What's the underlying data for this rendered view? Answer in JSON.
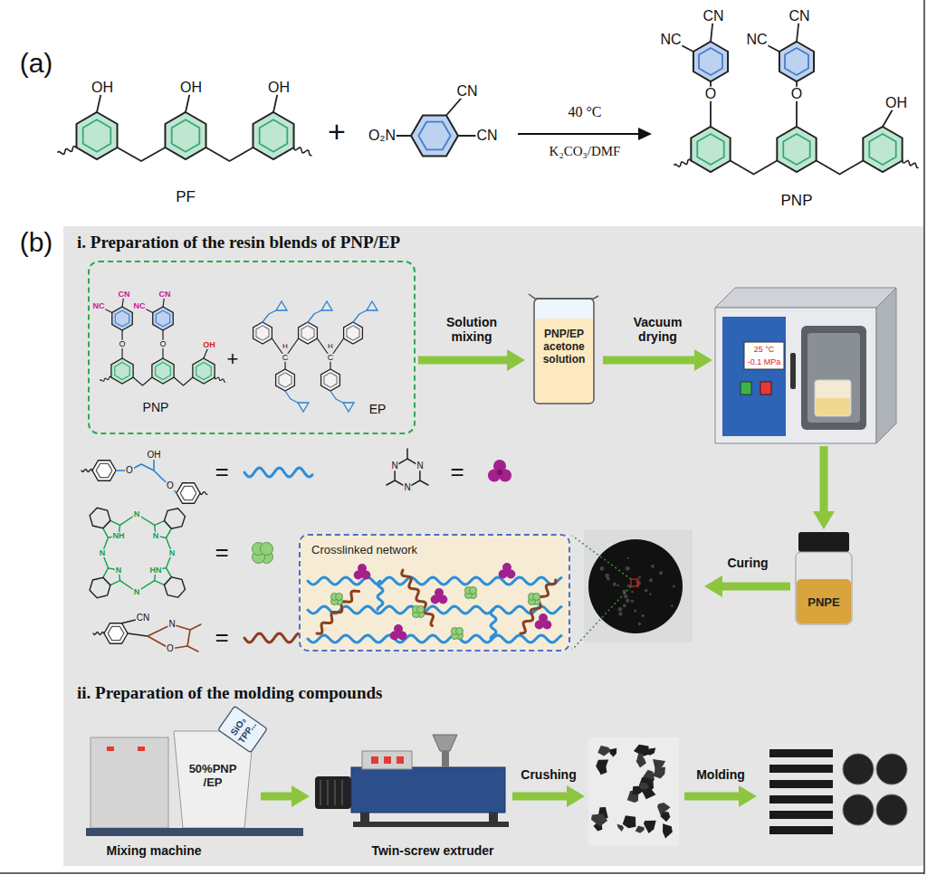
{
  "diagram": {
    "nodes": [
      {
        "text": [
          "PNP",
          "+",
          "EP"
        ]
      },
      {
        "text": [
          "PNP/EP acetone solution"
        ]
      },
      {
        "text": [
          "25 °C",
          "-0.1 MPa"
        ]
      },
      {
        "text": [
          "PNPE"
        ]
      },
      {
        "text": [
          "Crosslinked network"
        ]
      },
      {
        "text": [
          "50%PNP /EP",
          "Mixing machine"
        ]
      },
      {
        "text": [
          "Twin-screw extruder"
        ]
      }
    ],
    "edges": [
      {
        "from": 0,
        "to": 1,
        "arrow": "to",
        "label": "Solution mixing"
      },
      {
        "from": 1,
        "to": 2,
        "arrow": "to",
        "label": "Vacuum drying"
      },
      {
        "from": 2,
        "to": 3,
        "arrow": "to"
      },
      {
        "from": 5,
        "to": 6,
        "arrow": "to"
      }
    ],
    "labels": [
      "(a)",
      "OH",
      "OH",
      "OH",
      "PF",
      "+",
      "O₂N",
      "CN",
      "CN",
      "40 °C",
      "K₂CO₃/DMF",
      "NC",
      "CN",
      "NC",
      "CN",
      "O",
      "O",
      "OH",
      "PNP",
      "(b)",
      "i. Preparation of the resin blends of PNP/EP",
      "CN",
      "NC",
      "NC",
      "CN",
      "O",
      "O",
      "OH",
      "H",
      "C",
      "H",
      "C",
      "O",
      "OH",
      "O",
      "=",
      "N",
      "N",
      "N",
      "=",
      "N",
      "NH",
      "N",
      "N",
      "N",
      "N",
      "HN",
      "N",
      "=",
      "CN",
      "N",
      "O",
      "=",
      "Curing",
      "ii. Preparation of the molding compounds",
      "SiO₂ TPP...",
      "Crushing",
      "Molding"
    ]
  }
}
